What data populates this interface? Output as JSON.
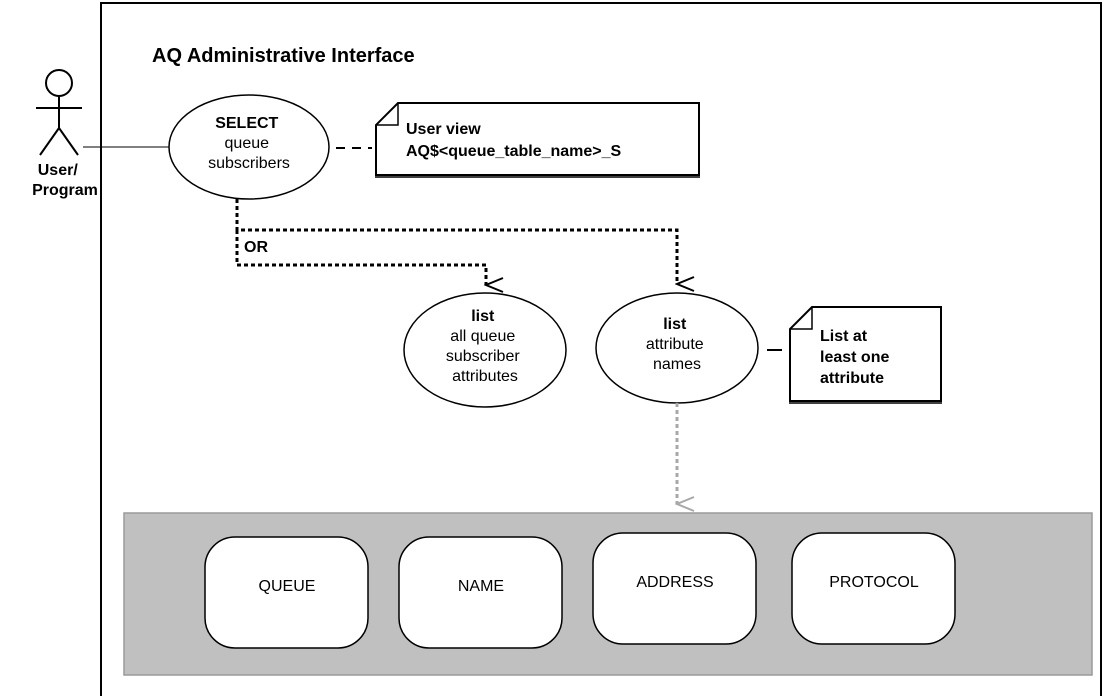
{
  "title": "AQ Administrative Interface",
  "actor": {
    "line1": "User/",
    "line2": "Program"
  },
  "select_usecase": {
    "verb": "SELECT",
    "line2": "queue",
    "line3": "subscribers"
  },
  "user_view_note": {
    "line1": "User view",
    "line2": "AQ$<queue_table_name>_S"
  },
  "or_label": "OR",
  "list_all_usecase": {
    "verb": "list",
    "line2": "all queue",
    "line3": "subscriber",
    "line4": "attributes"
  },
  "list_names_usecase": {
    "verb": "list",
    "line2": "attribute",
    "line3": "names"
  },
  "attribute_note": {
    "line1": "List at",
    "line2": "least one",
    "line3": "attribute"
  },
  "attributes": [
    "QUEUE",
    "NAME",
    "ADDRESS",
    "PROTOCOL"
  ],
  "colors": {
    "panel_fill": "#c0c0c0",
    "panel_stroke": "#9a9a9a",
    "gray_arrow": "#a8a8a8"
  }
}
